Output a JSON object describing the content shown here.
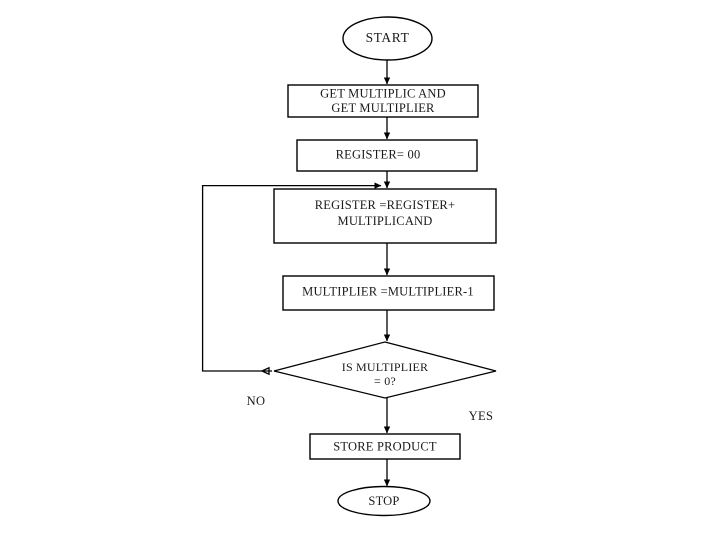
{
  "diagram": {
    "type": "flowchart",
    "title": "Multiplication by repeated addition flowchart",
    "colors": {
      "background": "#ffffff",
      "stroke": "#000000",
      "text": "#1a1a1a",
      "fill": "#ffffff"
    },
    "nodes": [
      {
        "id": "start",
        "shape": "oval",
        "label": "START"
      },
      {
        "id": "get-inputs",
        "shape": "rectangle",
        "line1": "GET MULTIPLIC AND",
        "line2": "GET MULTIPLIER"
      },
      {
        "id": "init-register",
        "shape": "rectangle",
        "line1": "REGISTER= 00"
      },
      {
        "id": "accumulate",
        "shape": "rectangle",
        "line1": "REGISTER =REGISTER+",
        "line2": "MULTIPLICAND"
      },
      {
        "id": "decrement",
        "shape": "rectangle",
        "line1": "MULTIPLIER =MULTIPLIER-1"
      },
      {
        "id": "check-zero",
        "shape": "diamond",
        "line1": "IS MULTIPLIER",
        "line2": "= 0?"
      },
      {
        "id": "store",
        "shape": "rectangle",
        "line1": "STORE PRODUCT"
      },
      {
        "id": "stop",
        "shape": "oval",
        "label": "STOP"
      }
    ],
    "edge_labels": {
      "no": "NO",
      "yes": "YES"
    }
  }
}
